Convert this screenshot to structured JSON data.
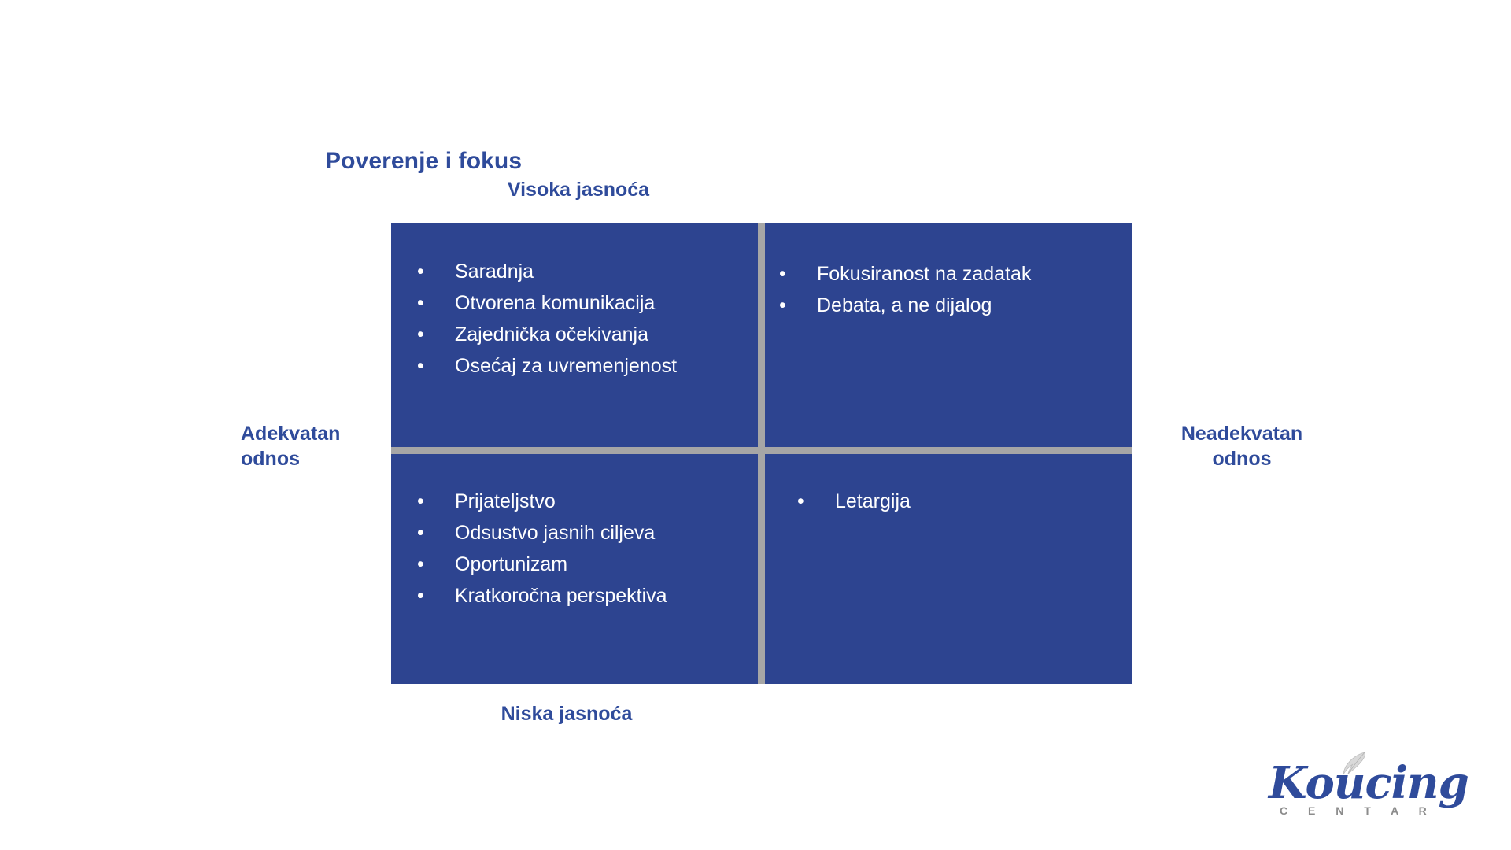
{
  "slide": {
    "title": "Poverenje i fokus",
    "background_color": "#ffffff",
    "accent_color": "#2f4b9b",
    "quadrant_fill": "#2d4490",
    "divider_color": "#a6a6a6"
  },
  "axes": {
    "top": "Visoka jasnoća",
    "bottom": "Niska jasnoća",
    "left": "Adekvatan odnos",
    "right": "Neadekvatan odnos"
  },
  "quadrants": {
    "top_left": {
      "name": "Adekvatan odnos / Visoka jasnoća",
      "items": [
        "Saradnja",
        "Otvorena komunikacija",
        "Zajednička očekivanja",
        "Osećaj za uvremenjenost"
      ]
    },
    "top_right": {
      "name": "Neadekvatan odnos / Visoka jasnoća",
      "items": [
        "Fokusiranost na zadatak",
        "Debata, a ne dijalog"
      ]
    },
    "bottom_left": {
      "name": "Adekvatan odnos / Niska jasnoća",
      "items": [
        "Prijateljstvo",
        "Odsustvo jasnih ciljeva",
        "Oportunizam",
        "Kratkoročna perspektiva"
      ]
    },
    "bottom_right": {
      "name": "Neadekvatan odnos / Niska jasnoća",
      "items": [
        "Letargija"
      ]
    }
  },
  "bullet_glyph": "•",
  "logo": {
    "word": "Koucing",
    "subtitle": "C E N T A R",
    "icon": "feather-icon",
    "word_color": "#2f4b9b",
    "subtitle_color": "#8c8c8c"
  }
}
